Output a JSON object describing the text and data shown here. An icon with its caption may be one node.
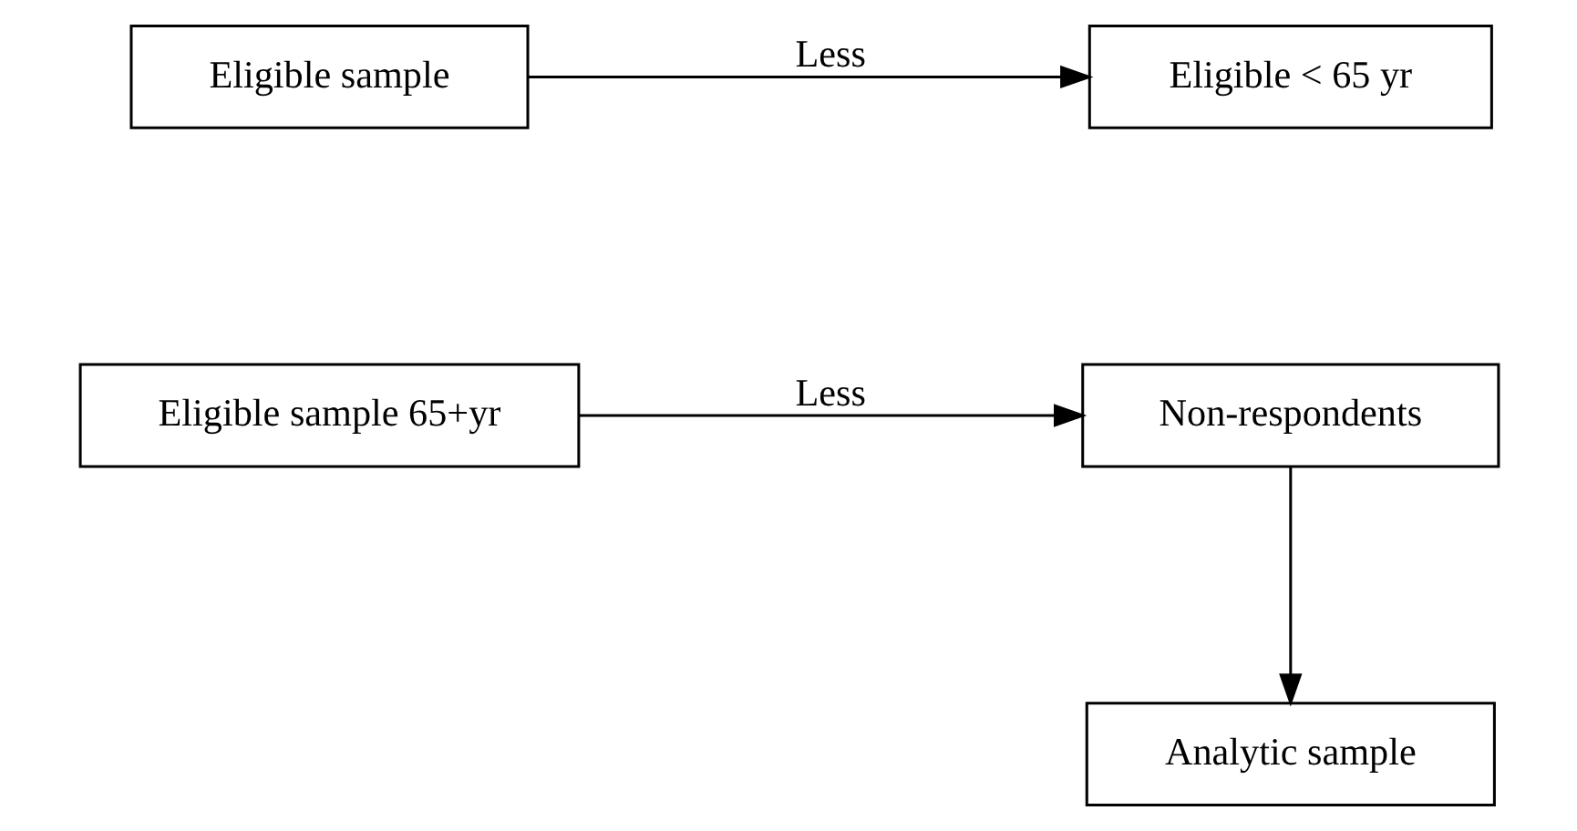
{
  "diagram": {
    "nodes": [
      {
        "text": [
          "Eligible sample"
        ]
      },
      {
        "text": [
          "Eligible < 65 yr"
        ]
      },
      {
        "text": [
          "Eligible sample 65+yr"
        ]
      },
      {
        "text": [
          "Non-respondents"
        ]
      },
      {
        "text": [
          "Analytic sample"
        ]
      }
    ],
    "edges": [
      {
        "from": 0,
        "to": 1,
        "arrow": "to",
        "label": "Less"
      },
      {
        "from": 2,
        "to": 3,
        "arrow": "to",
        "label": "Less"
      },
      {
        "from": 3,
        "to": 4,
        "arrow": "to"
      }
    ]
  }
}
